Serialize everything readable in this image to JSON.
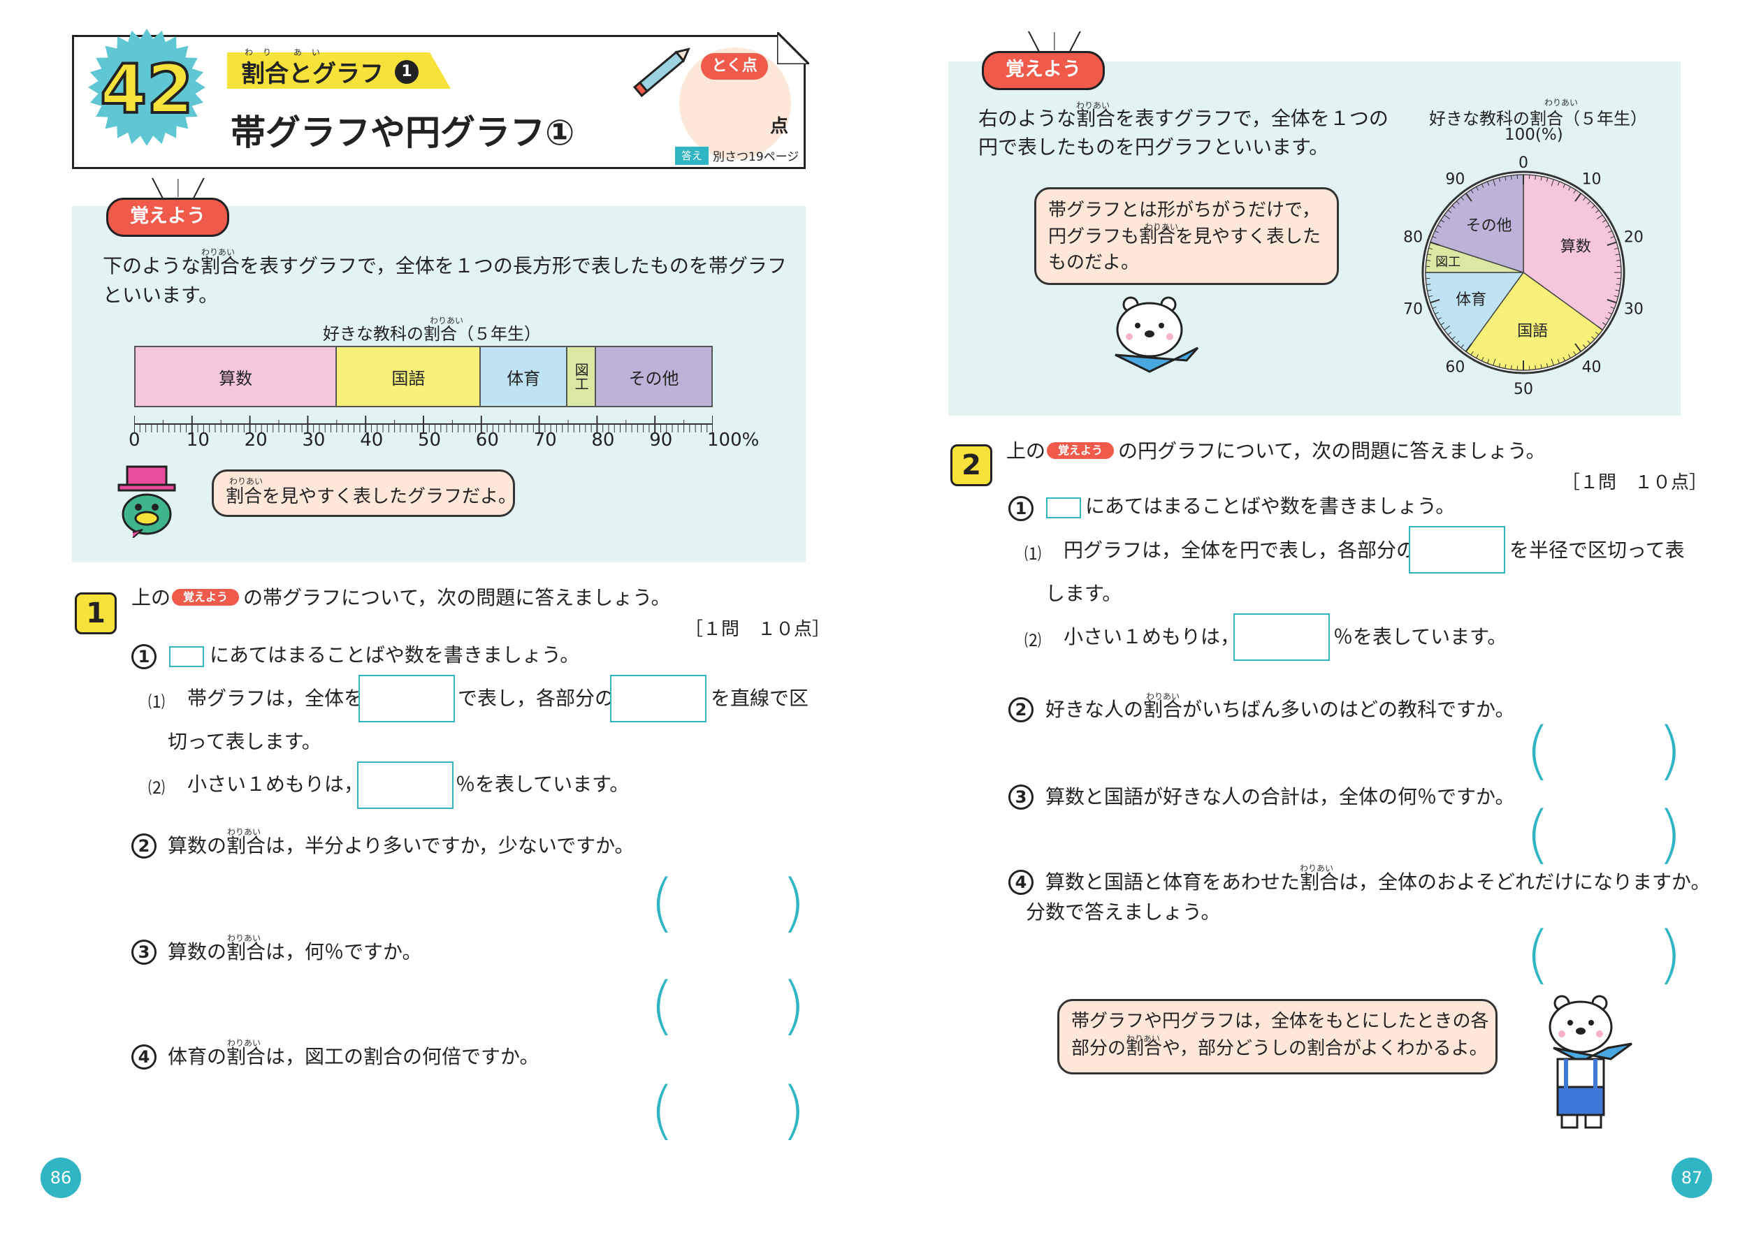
{
  "header": {
    "lesson_number": "42",
    "subtitle": "割合とグラフ",
    "subtitle_ruby": "わり あい",
    "subtitle_num": "1",
    "title": "帯グラフや円グラフ①",
    "score_label": "とく点",
    "score_unit": "点",
    "answer_badge": "答え",
    "answer_ref": "別さつ19ページ"
  },
  "left": {
    "oboe_label": "覚えよう",
    "intro_ruby": "わりあい",
    "intro_line1": "下のような割合を表すグラフで，全体を１つの長方形で表したものを帯グラフ",
    "intro_line2": "といいます。",
    "graph_title": "好きな教科の割合（５年生）",
    "graph_title_ruby": "わりあい",
    "penguin_ruby": "わりあい",
    "penguin_speech": "割合を見やすく表したグラフだよ。",
    "page_number": "86"
  },
  "chart_data": [
    {
      "type": "bar",
      "orientation": "stacked-band",
      "title": "好きな教科の割合（５年生）",
      "categories": [
        "算数",
        "国語",
        "体育",
        "図工",
        "その他"
      ],
      "values": [
        35,
        25,
        15,
        5,
        20
      ],
      "colors": [
        "#f5c6dc",
        "#f7f17a",
        "#bfe3f3",
        "#dbe8a3",
        "#bdb3d9"
      ],
      "axis_ticks": [
        "0",
        "10",
        "20",
        "30",
        "40",
        "50",
        "60",
        "70",
        "80",
        "90",
        "100%"
      ],
      "xlim": [
        0,
        100
      ]
    },
    {
      "type": "pie",
      "title": "好きな教科の割合（５年生）",
      "top_label": "100(%)",
      "categories": [
        "算数",
        "国語",
        "体育",
        "図工",
        "その他"
      ],
      "values": [
        35,
        25,
        15,
        5,
        20
      ],
      "colors": [
        "#f5c6dc",
        "#f7f17a",
        "#bfe3f3",
        "#dbe8a3",
        "#bdb3d9"
      ],
      "axis_ticks": [
        "0",
        "10",
        "20",
        "30",
        "40",
        "50",
        "60",
        "70",
        "80",
        "90"
      ]
    }
  ],
  "q1": {
    "number": "1",
    "intro_pre": "上の",
    "intro_badge": "覚えよう",
    "intro_post": "の帯グラフについて，次の問題に答えましょう。",
    "points": "［１問　１０点］",
    "c1_num": "1",
    "c1_text": "にあてはまることばや数を書きましょう。",
    "c1_s1_label": "⑴",
    "c1_s1_a": "帯グラフは，全体を",
    "c1_s1_b": "で表し，各部分の",
    "c1_s1_c": "を直線で区",
    "c1_s1_d": "切って表します。",
    "c1_s2_label": "⑵",
    "c1_s2_a": "小さい１めもりは，",
    "c1_s2_b": "％を表しています。",
    "c2_num": "2",
    "c2_ruby": "わりあい",
    "c2_text": "算数の割合は，半分より多いですか，少ないですか。",
    "c3_num": "3",
    "c3_ruby": "わりあい",
    "c3_text": "算数の割合は，何％ですか。",
    "c4_num": "4",
    "c4_ruby": "わりあい",
    "c4_text": "体育の割合は，図工の割合の何倍ですか。"
  },
  "right": {
    "oboe_label": "覚えよう",
    "intro_ruby": "わりあい",
    "intro_line1": "右のような割合を表すグラフで，全体を１つの",
    "intro_line2": "円で表したものを円グラフといいます。",
    "bear_ruby": "わりあい",
    "bear_speech_1": "帯グラフとは形がちがうだけで，",
    "bear_speech_2": "円グラフも割合を見やすく表した",
    "bear_speech_3": "ものだよ。",
    "pie_title": "好きな教科の割合（５年生）",
    "pie_title_ruby": "わりあい",
    "pie_top_label": "100(%)",
    "page_number": "87"
  },
  "q2": {
    "number": "2",
    "intro_pre": "上の",
    "intro_badge": "覚えよう",
    "intro_post": "の円グラフについて，次の問題に答えましょう。",
    "points": "［１問　１０点］",
    "c1_num": "1",
    "c1_text": "にあてはまることばや数を書きましょう。",
    "c1_s1_label": "⑴",
    "c1_s1_a": "円グラフは，全体を円で表し，各部分の",
    "c1_s1_b": "を半径で区切って表",
    "c1_s1_c": "します。",
    "c1_s2_label": "⑵",
    "c1_s2_a": "小さい１めもりは，",
    "c1_s2_b": "％を表しています。",
    "c2_num": "2",
    "c2_ruby": "わりあい",
    "c2_text": "好きな人の割合がいちばん多いのはどの教科ですか。",
    "c3_num": "3",
    "c3_text": "算数と国語が好きな人の合計は，全体の何％ですか。",
    "c4_num": "4",
    "c4_ruby": "わりあい",
    "c4_text": "算数と国語と体育をあわせた割合は，全体のおよそどれだけになりますか。",
    "c4_text2": "分数で答えましょう。",
    "bear_speech_1": "帯グラフや円グラフは，全体をもとにしたときの各",
    "bear_speech_2": "部分の割合や，部分どうしの割合がよくわかるよ。",
    "bear_ruby": "わりあい"
  }
}
